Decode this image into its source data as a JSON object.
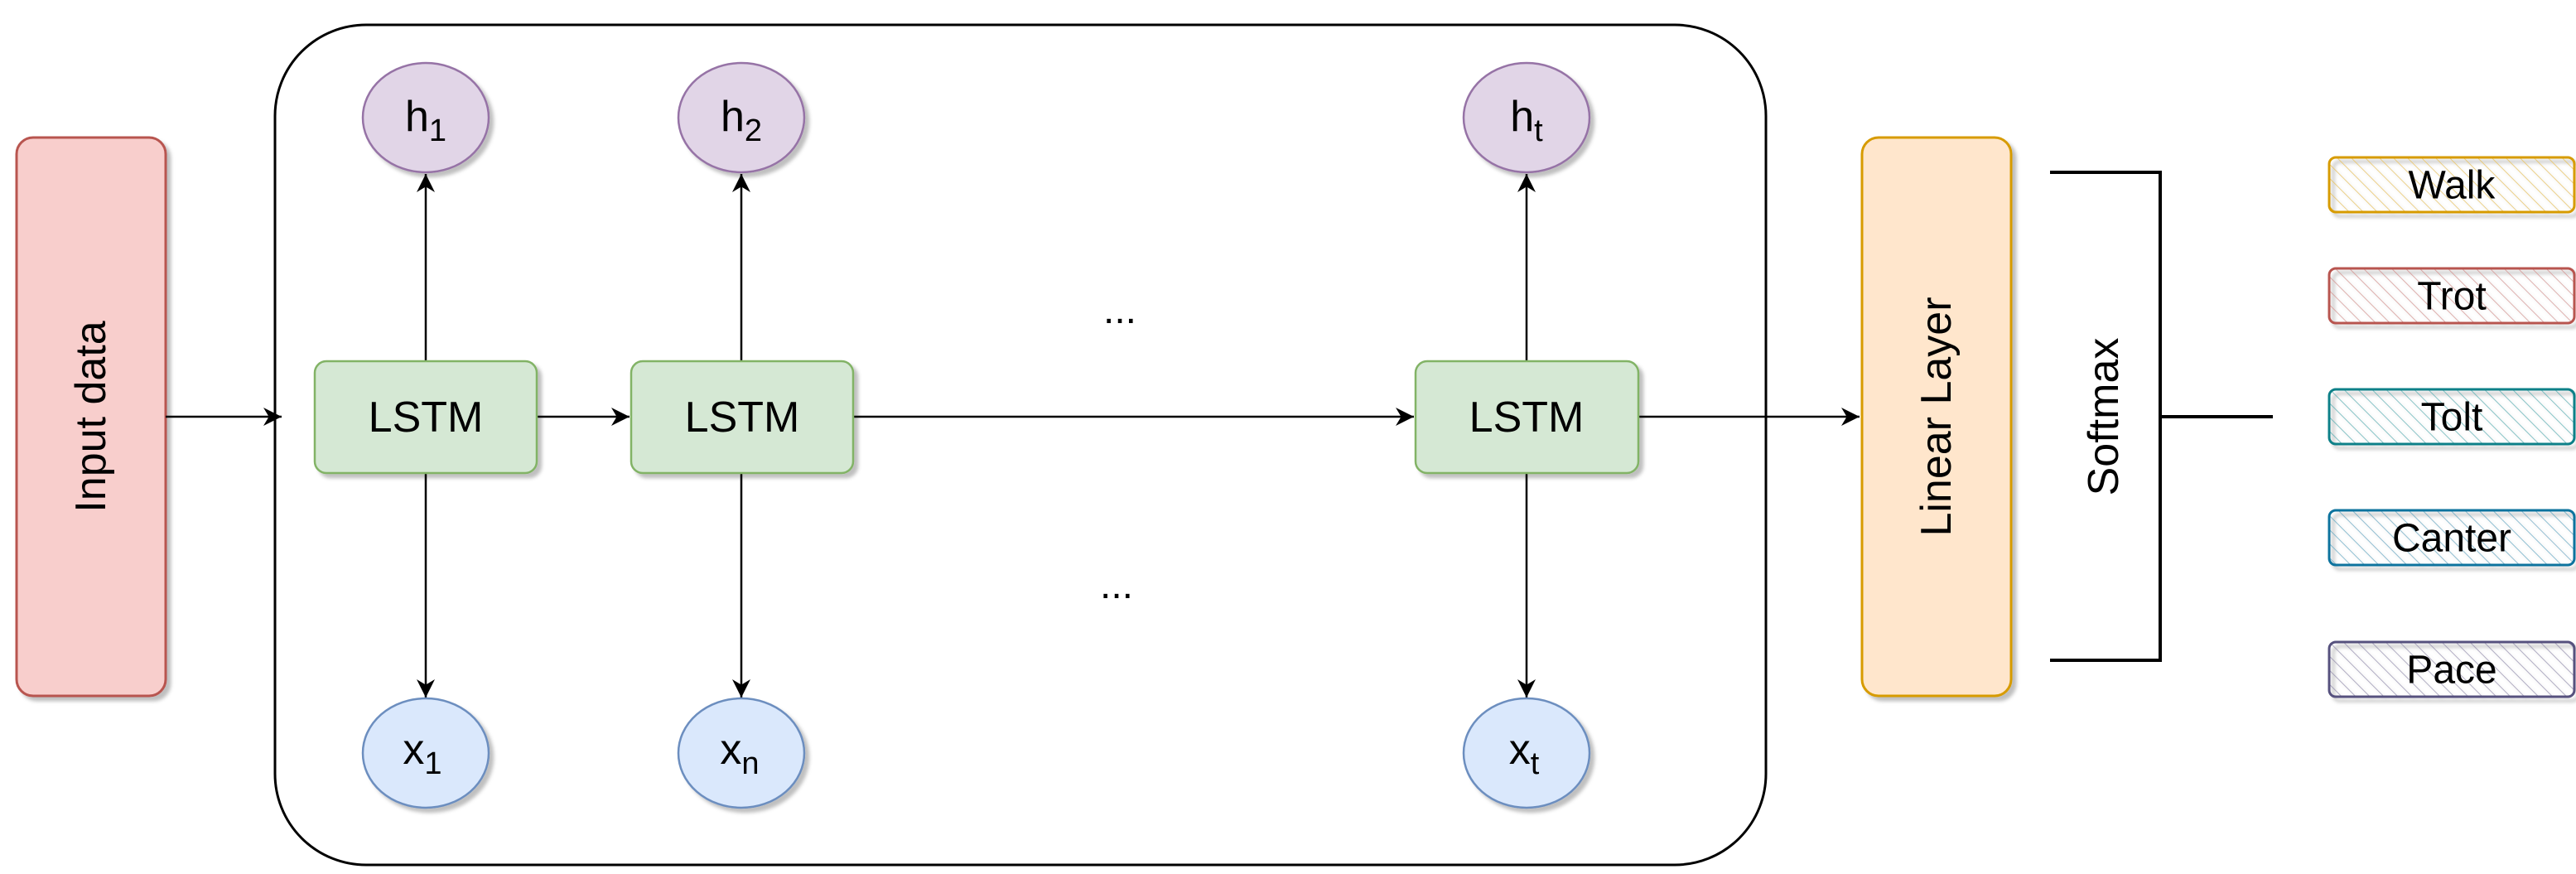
{
  "input": {
    "label": "Input data"
  },
  "lstm_cells": [
    {
      "label": "LSTM",
      "hidden": "h",
      "hidden_sub": "1",
      "input": "x",
      "input_sub": "1"
    },
    {
      "label": "LSTM",
      "hidden": "h",
      "hidden_sub": "2",
      "input": "x",
      "input_sub": "n"
    },
    {
      "label": "LSTM",
      "hidden": "h",
      "hidden_sub": "t",
      "input": "x",
      "input_sub": "t"
    }
  ],
  "ellipsis_top": "...",
  "ellipsis_bottom": "...",
  "linear_layer": {
    "label": "Linear Layer"
  },
  "softmax": {
    "label": "Softmax"
  },
  "outputs": [
    {
      "label": "Walk",
      "color": "#D79B00"
    },
    {
      "label": "Trot",
      "color": "#B85450"
    },
    {
      "label": "Tolt",
      "color": "#0E8088"
    },
    {
      "label": "Canter",
      "color": "#10739E"
    },
    {
      "label": "Pace",
      "color": "#56517E"
    }
  ],
  "colors": {
    "input_fill": "#F8CECC",
    "input_stroke": "#B85450",
    "lstm_fill": "#D5E8D4",
    "lstm_stroke": "#82B366",
    "hidden_fill": "#E1D5E7",
    "hidden_stroke": "#9673A6",
    "x_fill": "#DAE8FC",
    "x_stroke": "#6C8EBF",
    "linear_fill": "#FFE6CC",
    "linear_stroke": "#D79B00"
  }
}
